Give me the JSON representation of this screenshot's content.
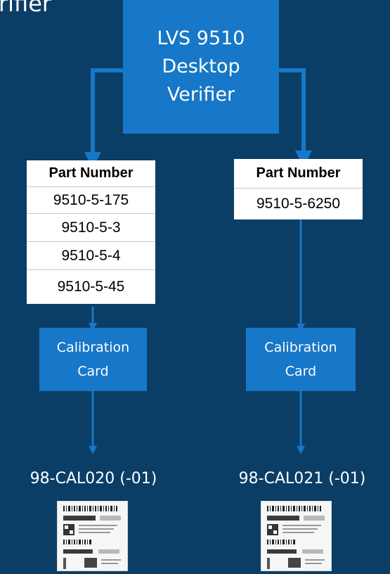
{
  "title_fragment": "rifier",
  "main": {
    "line1": "LVS 9510",
    "line2": "Desktop",
    "line3": "Verifier"
  },
  "left": {
    "table": {
      "header": "Part Number",
      "rows": [
        "9510-5-175",
        "9510-5-3",
        "9510-5-4",
        "9510-5-45"
      ]
    },
    "calibration": {
      "line1": "Calibration",
      "line2": "Card"
    },
    "output": "98-CAL020 (-01)"
  },
  "right": {
    "table": {
      "header": "Part Number",
      "rows": [
        "9510-5-6250"
      ]
    },
    "calibration": {
      "line1": "Calibration",
      "line2": "Card"
    },
    "output": "98-CAL021 (-01)"
  },
  "colors": {
    "background": "#0b3e66",
    "box": "#1777c8",
    "table": "#ffffff"
  }
}
